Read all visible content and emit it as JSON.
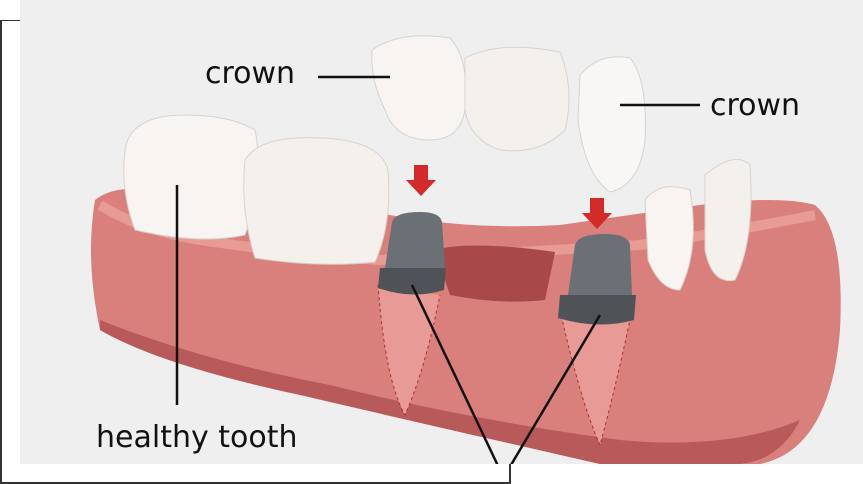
{
  "labels": {
    "crown_left": "crown",
    "crown_right": "crown",
    "healthy_tooth": "healthy tooth"
  },
  "colors": {
    "gum": "#d9807c",
    "gum_dark": "#b85a5a",
    "tooth": "#f7f4f1",
    "abutment": "#6b7077",
    "arrow": "#d42a2a",
    "background": "#efefef"
  }
}
